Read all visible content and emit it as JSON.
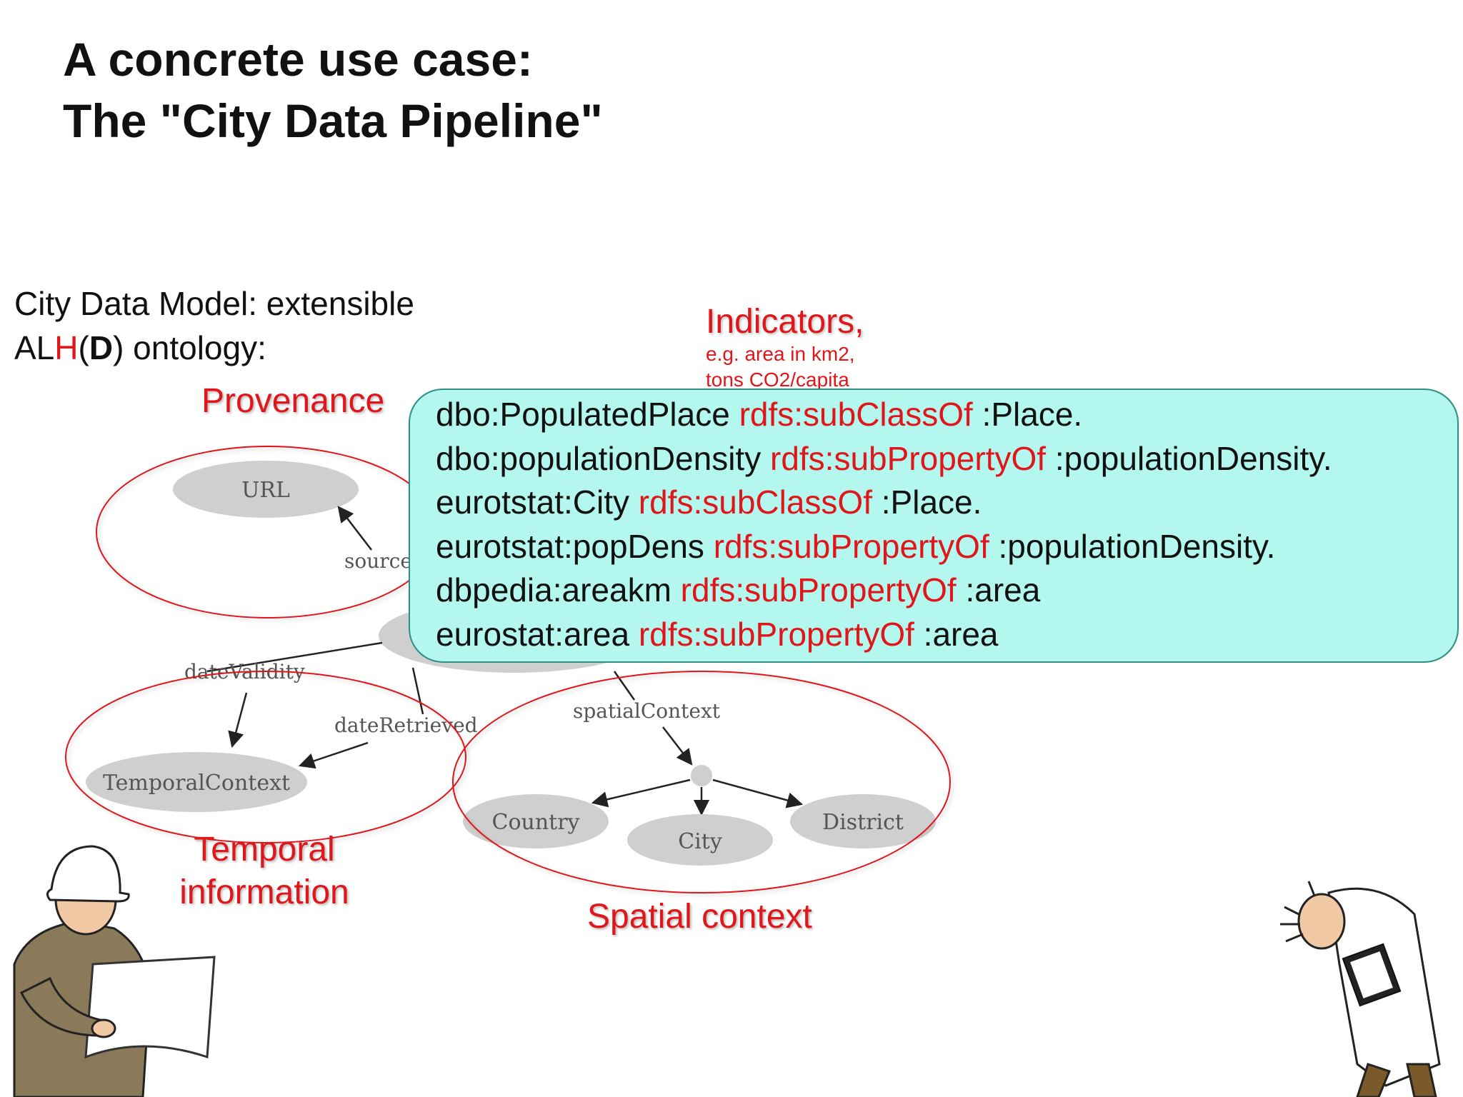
{
  "title": {
    "line1": "A concrete use case:",
    "line2": "The \"City Data Pipeline\""
  },
  "intro": {
    "line1": "City Data Model: extensible",
    "al": "AL",
    "h": "H",
    "open_paren": "(",
    "d": "D",
    "close_rest": ") ontology:"
  },
  "labels": {
    "provenance": "Provenance",
    "indicators": "Indicators,",
    "indicators_note_1": "e.g. area in km2,",
    "indicators_note_2": "tons CO2/capita",
    "temporal_1": "Temporal",
    "temporal_2": "information",
    "spatial": "Spatial context"
  },
  "diagram": {
    "nodes": {
      "url": "URL",
      "temporal_context": "TemporalContext",
      "country": "Country",
      "city": "City",
      "district": "District"
    },
    "edges": {
      "source": "source",
      "date_validity": "dateValidity",
      "date_retrieved": "dateRetrieved",
      "spatial_context": "spatialContext"
    }
  },
  "callout": {
    "lines": [
      {
        "subject": "dbo:PopulatedPlace",
        "predicate": "rdfs:subClassOf",
        "object": ":Place."
      },
      {
        "subject": "dbo:populationDensity",
        "predicate": "rdfs:subPropertyOf",
        "object": ":populationDensity."
      },
      {
        "subject": "eurotstat:City",
        "predicate": "rdfs:subClassOf",
        "object": ":Place."
      },
      {
        "subject": "eurotstat:popDens",
        "predicate": "rdfs:subPropertyOf",
        "object": ":populationDensity."
      },
      {
        "subject": "dbpedia:areakm",
        "predicate": "rdfs:subPropertyOf",
        "object": ":area"
      },
      {
        "subject": "eurostat:area",
        "predicate": "rdfs:subPropertyOf",
        "object": ":area"
      }
    ]
  },
  "colors": {
    "accent_red": "#e0161a",
    "callout_fill": "#b3f7ee",
    "callout_border": "#2a8f86",
    "node_fill": "#cfcfcf"
  }
}
